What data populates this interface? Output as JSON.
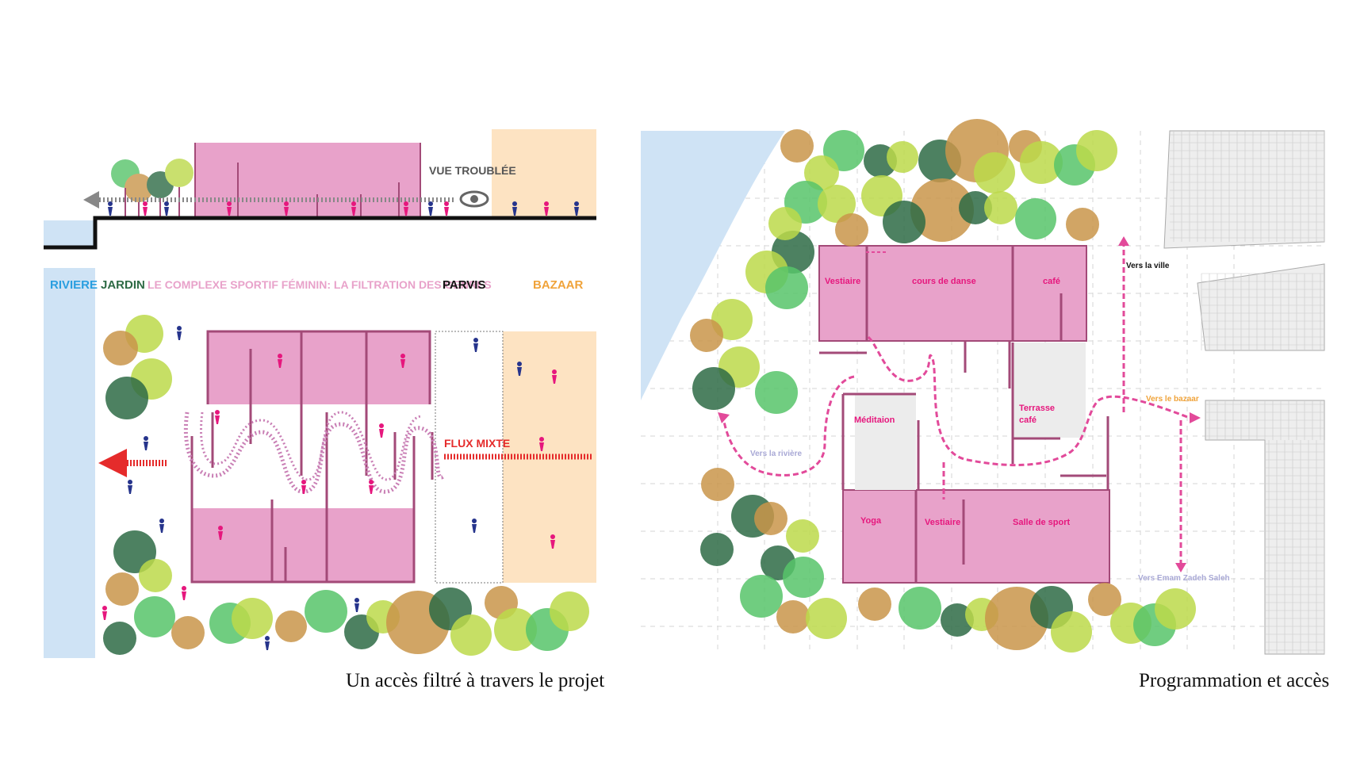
{
  "left": {
    "section_label": "VUE TROUBLÉE",
    "zones": {
      "riviere": "RIVIERE",
      "jardin": "JARDIN",
      "complexe": "LE COMPLEXE SPORTIF FÉMININ: LA FILTRATION DES GENRES",
      "parvis": "PARVIS",
      "bazaar": "BAZAAR"
    },
    "flux_label": "FLUX MIXTE",
    "caption": "Un accès filtré à travers le projet"
  },
  "right": {
    "rooms": {
      "vestiaire_top": "Vestiaire",
      "cours_de_danse": "cours de danse",
      "cafe": "café",
      "meditation": "Méditaion",
      "terrasse": "Terrasse",
      "terrasse2": "café",
      "yoga": "Yoga",
      "vestiaire_bottom": "Vestiaire",
      "salle_de_sport": "Salle de sport"
    },
    "arrows": {
      "vers_la_ville": "Vers la ville",
      "vers_le_bazaar": "Vers le bazaar",
      "vers_la_riviere": "Vers la rivière",
      "vers_emam": "Vers Emam Zadeh Saleh"
    },
    "caption": "Programmation et accès"
  },
  "colors": {
    "pink": "#e8a2ca",
    "pink_dark": "#a34a78",
    "magenta": "#e6177d",
    "navy": "#26348c",
    "river": "#cfe3f5",
    "bazaar": "#fde3c2",
    "tree_dark": "#2e6b45",
    "tree_mid": "#57c46a",
    "tree_light": "#bcd94a",
    "tree_brown": "#c9954a",
    "red": "#e52b2b",
    "orange": "#f0a33a"
  }
}
